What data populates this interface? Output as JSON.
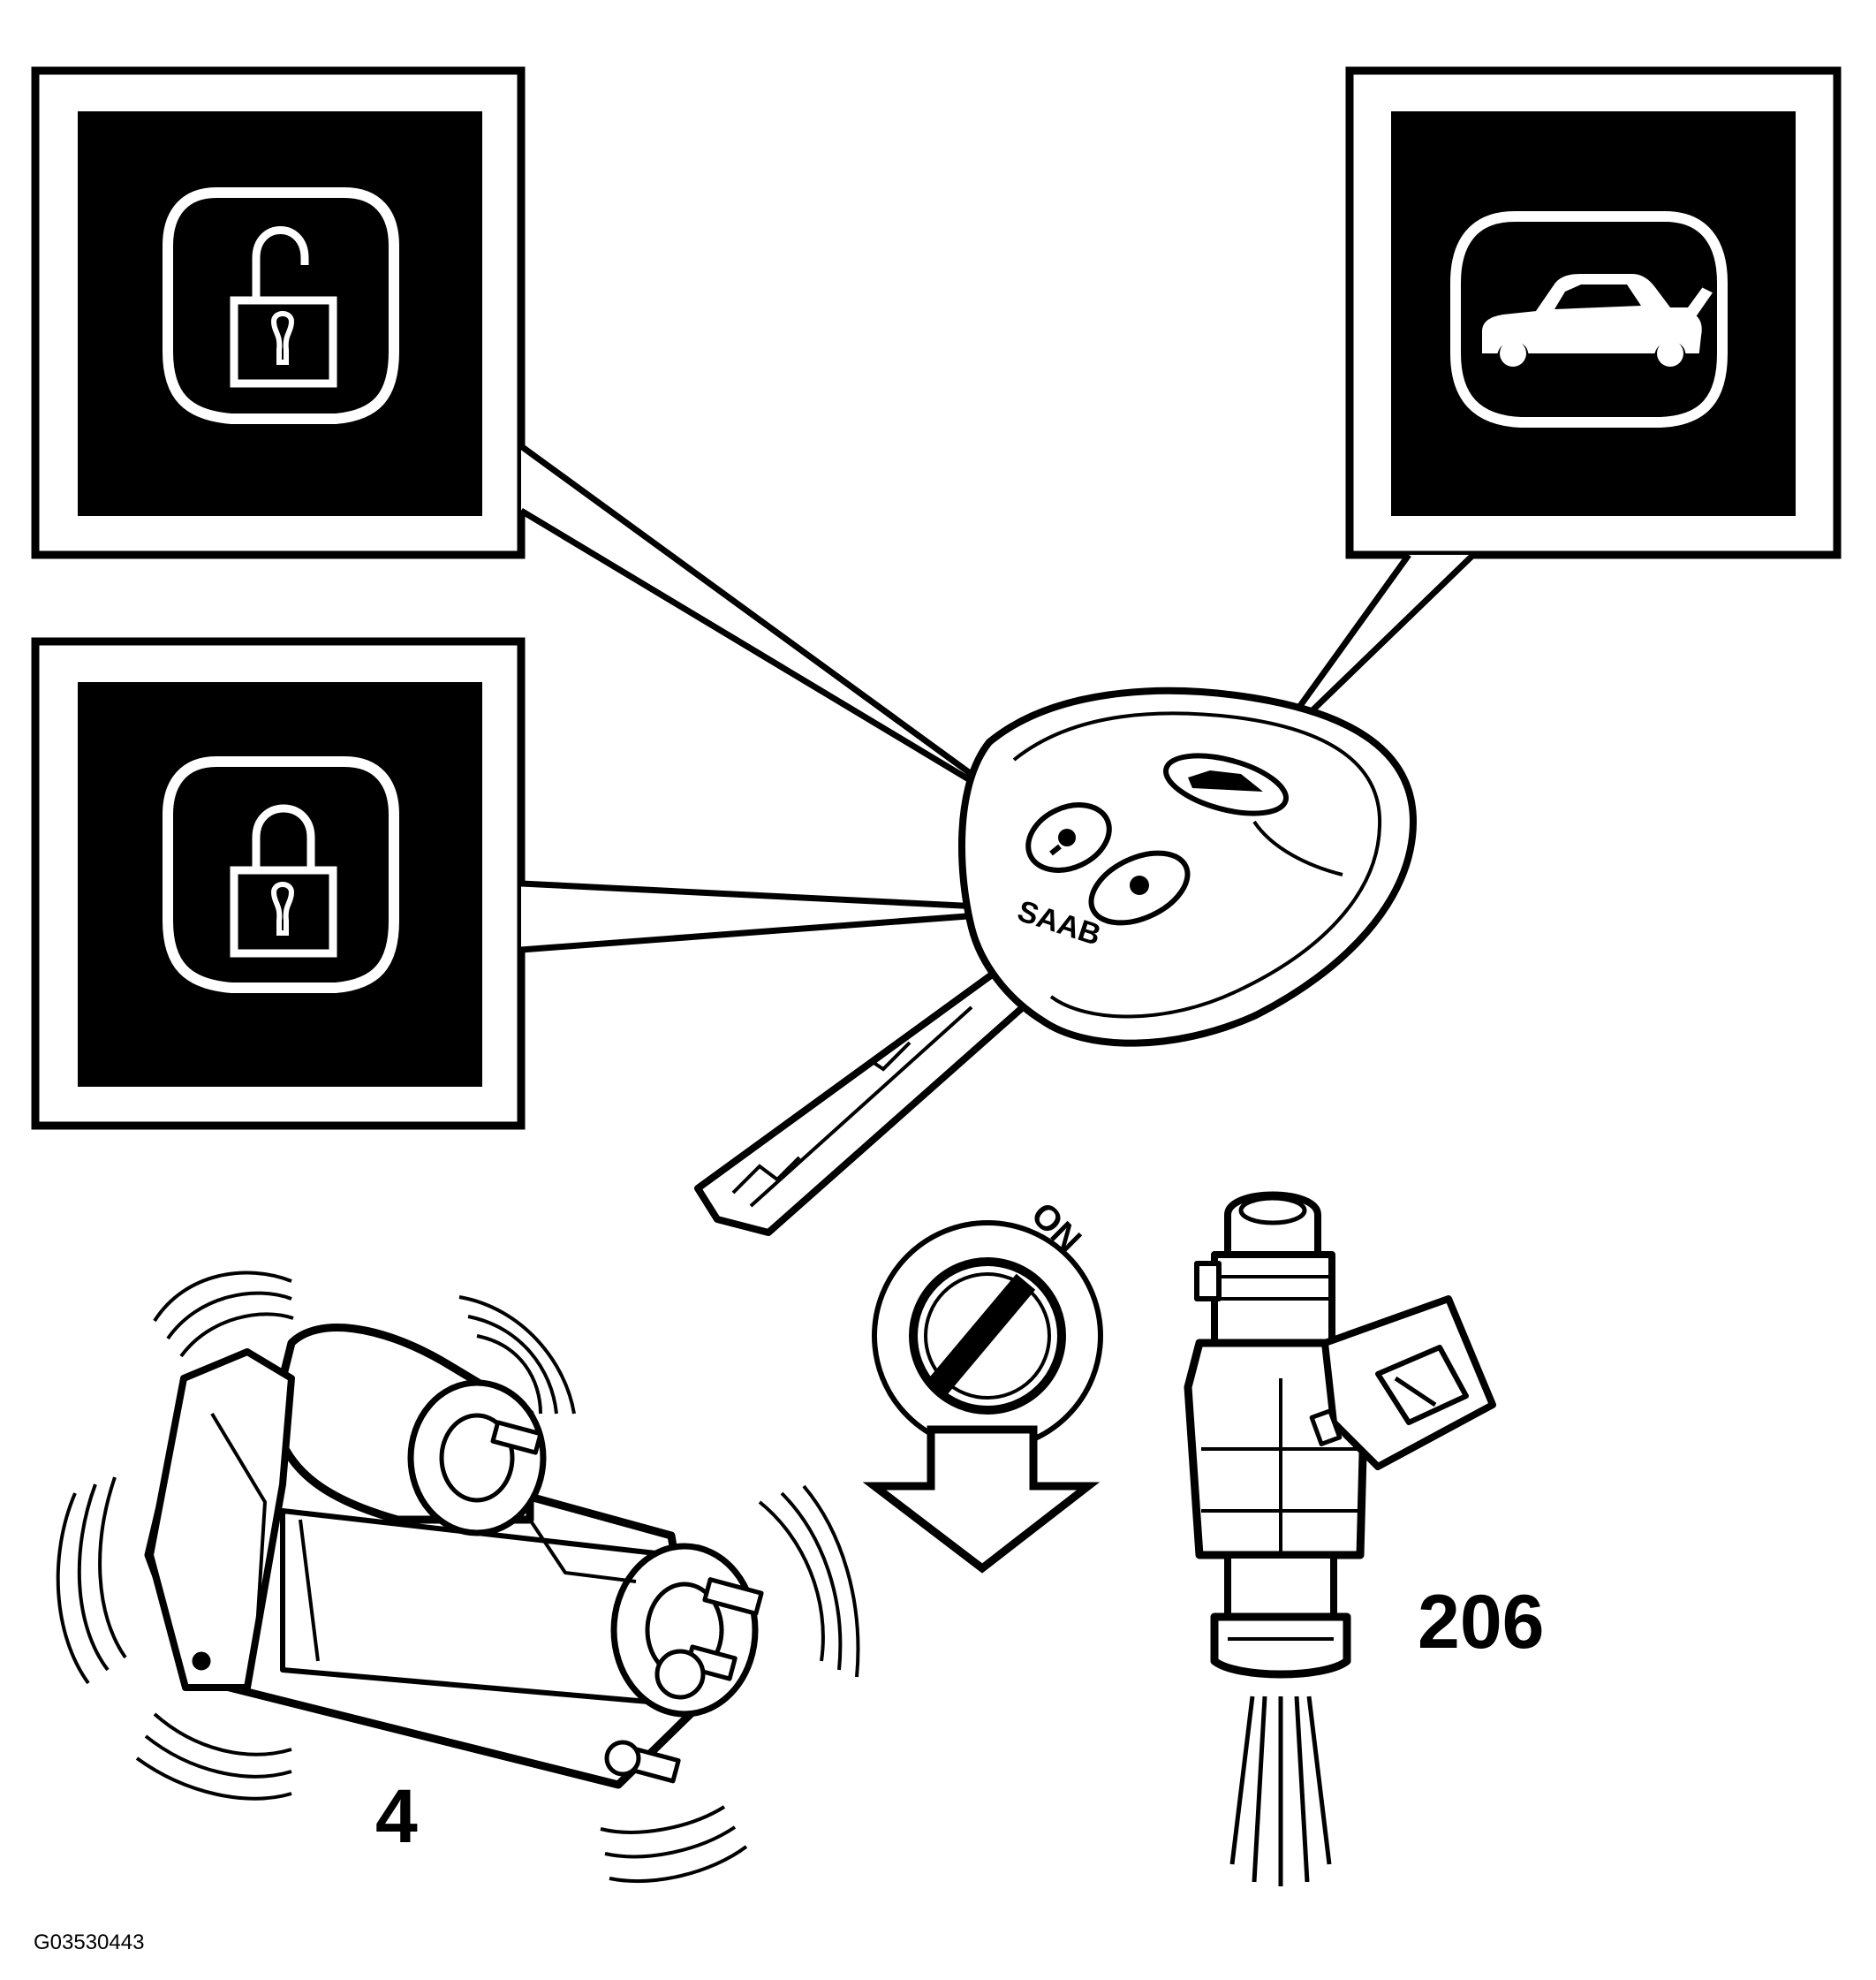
{
  "diagram": {
    "figure_id": "G03530443",
    "callouts": {
      "starter_motor": "4",
      "fuel_injector": "206"
    },
    "key_brand_mark": "SAAB",
    "ignition_position": "ON",
    "icons": {
      "unlock": "unlock-padlock-icon",
      "lock": "lock-padlock-icon",
      "trunk": "trunk-open-car-icon",
      "arrow": "down-arrow-icon"
    },
    "colors": {
      "ink": "#000000",
      "paper": "#ffffff"
    }
  }
}
